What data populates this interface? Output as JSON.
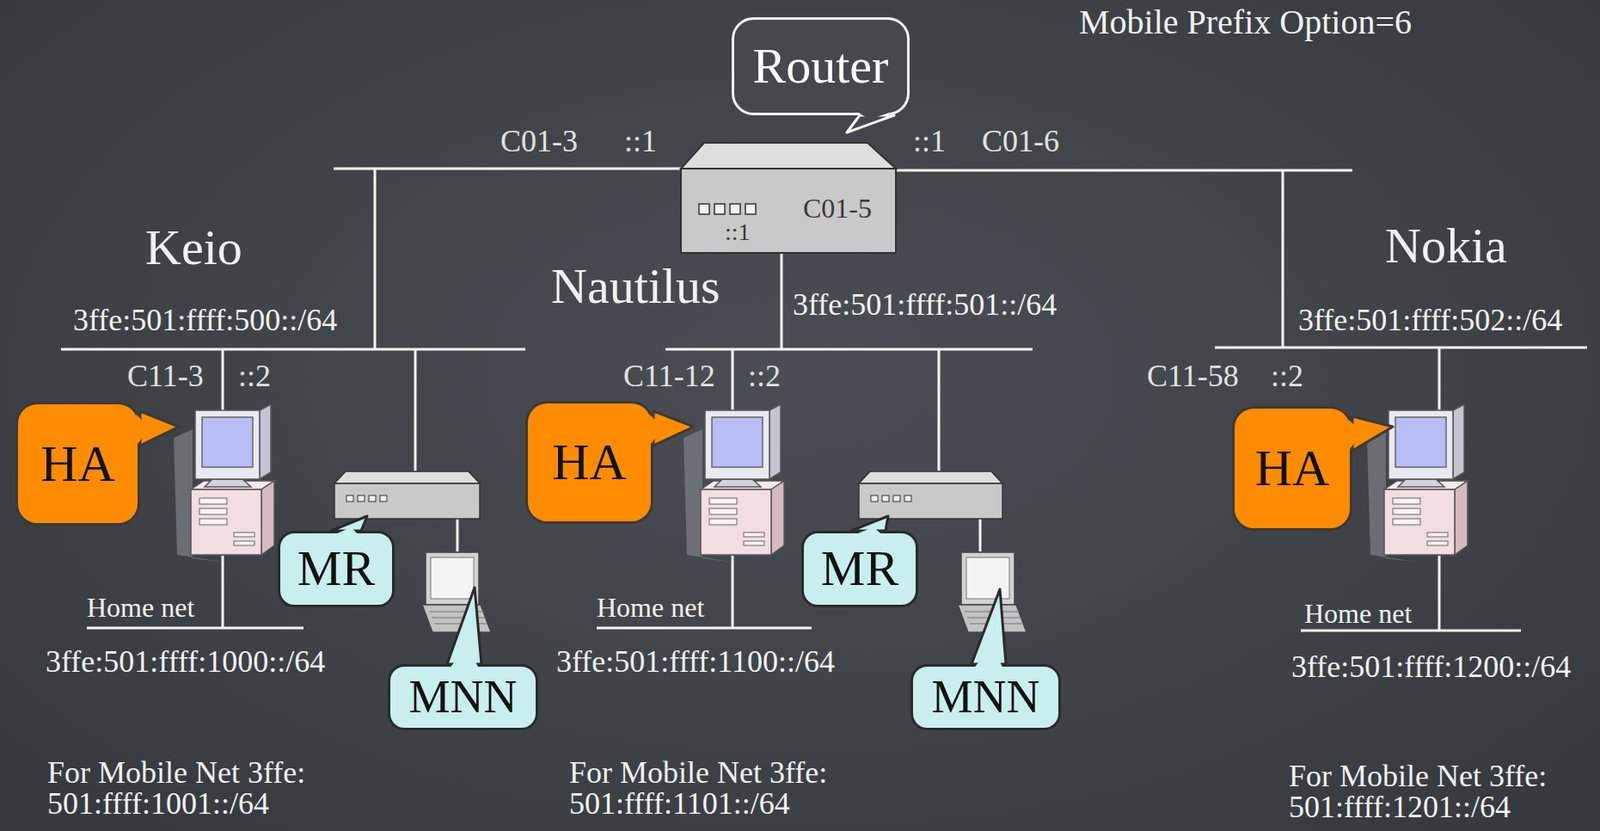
{
  "diagram": {
    "nodes": [
      {
        "text": [
          "Router"
        ]
      },
      {
        "text": [
          "HA"
        ]
      },
      {
        "text": [
          "MR"
        ]
      },
      {
        "text": [
          "MNN"
        ]
      },
      {
        "text": [
          "HA"
        ]
      },
      {
        "text": [
          "MR"
        ]
      },
      {
        "text": [
          "MNN"
        ]
      },
      {
        "text": [
          "HA"
        ]
      }
    ],
    "labels": [
      "Mobile Prefix Option=6",
      "C01-3",
      "::1",
      "::1",
      "C01-6",
      "C01-5",
      "::1",
      "Keio",
      "Nautilus",
      "Nokia",
      "3ffe:501:ffff:500::/64",
      "3ffe:501:ffff:501::/64",
      "3ffe:501:ffff:502::/64",
      "C11-3",
      "::2",
      "C11-12",
      "::2",
      "C11-58",
      "::2",
      "Home net",
      "Home net",
      "Home net",
      "3ffe:501:ffff:1000::/64",
      "3ffe:501:ffff:1100::/64",
      "3ffe:501:ffff:1200::/64",
      "For Mobile Net 3ffe: 501:ffff:1001::/64",
      "For Mobile Net 3ffe: 501:ffff:1101::/64",
      "For Mobile Net 3ffe: 501:ffff:1201::/64"
    ]
  }
}
